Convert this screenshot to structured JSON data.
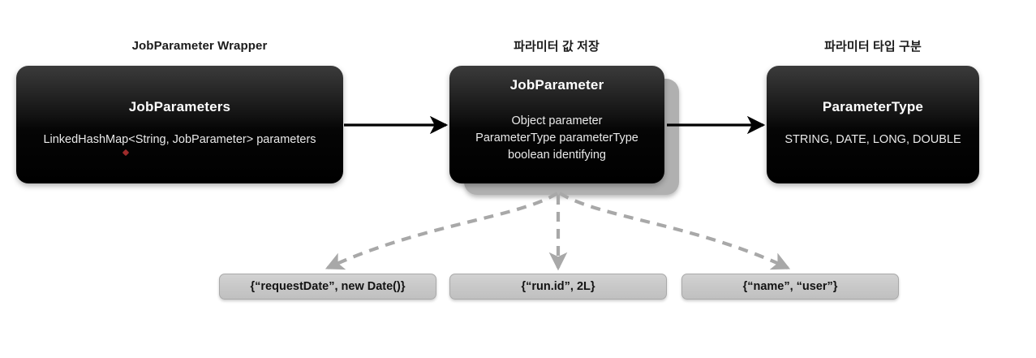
{
  "diagram": {
    "title": "Spring Batch JobParameters structure",
    "background_color": "#ffffff",
    "card_color": "#000000",
    "pill_color": "#c9c9c9",
    "accent_dot_color": "#9e2b2b",
    "dashed_arrow_color": "#a8a8a8",
    "solid_arrow_color": "#000000"
  },
  "captions": [
    {
      "id": "caption-left",
      "text": "JobParameter Wrapper"
    },
    {
      "id": "caption-middle",
      "text": "파라미터 값 저장"
    },
    {
      "id": "caption-right",
      "text": "파라미터 타입 구분"
    }
  ],
  "cards": [
    {
      "id": "card-jobparameters",
      "title": "JobParameters",
      "lines": [
        "LinkedHashMap<String, JobParameter> parameters"
      ],
      "stacked": false
    },
    {
      "id": "card-jobparameter",
      "title": "JobParameter",
      "lines": [
        "Object parameter",
        "ParameterType parameterType",
        "boolean identifying"
      ],
      "stacked": true
    },
    {
      "id": "card-parametertype",
      "title": "ParameterType",
      "lines": [
        "STRING, DATE, LONG, DOUBLE"
      ],
      "stacked": false
    }
  ],
  "pills": [
    {
      "id": "pill-0",
      "text": "{“requestDate”, new Date()}"
    },
    {
      "id": "pill-1",
      "text": "{“run.id”, 2L}"
    },
    {
      "id": "pill-2",
      "text": "{“name”, “user”}"
    }
  ],
  "connectors": {
    "solid": [
      {
        "id": "arrow-jobparameters-to-jobparameter",
        "from": "card-jobparameters",
        "to": "card-jobparameter",
        "style": "solid"
      },
      {
        "id": "arrow-jobparameter-to-parametertype",
        "from": "card-jobparameter",
        "to": "card-parametertype",
        "style": "solid"
      }
    ],
    "dashed": [
      {
        "id": "dashed-jobparameter-to-pill-0",
        "from": "card-jobparameter",
        "to": "pill-0",
        "style": "dashed-curved"
      },
      {
        "id": "dashed-jobparameter-to-pill-1",
        "from": "card-jobparameter",
        "to": "pill-1",
        "style": "dashed-straight"
      },
      {
        "id": "dashed-jobparameter-to-pill-2",
        "from": "card-jobparameter",
        "to": "pill-2",
        "style": "dashed-curved"
      }
    ]
  }
}
